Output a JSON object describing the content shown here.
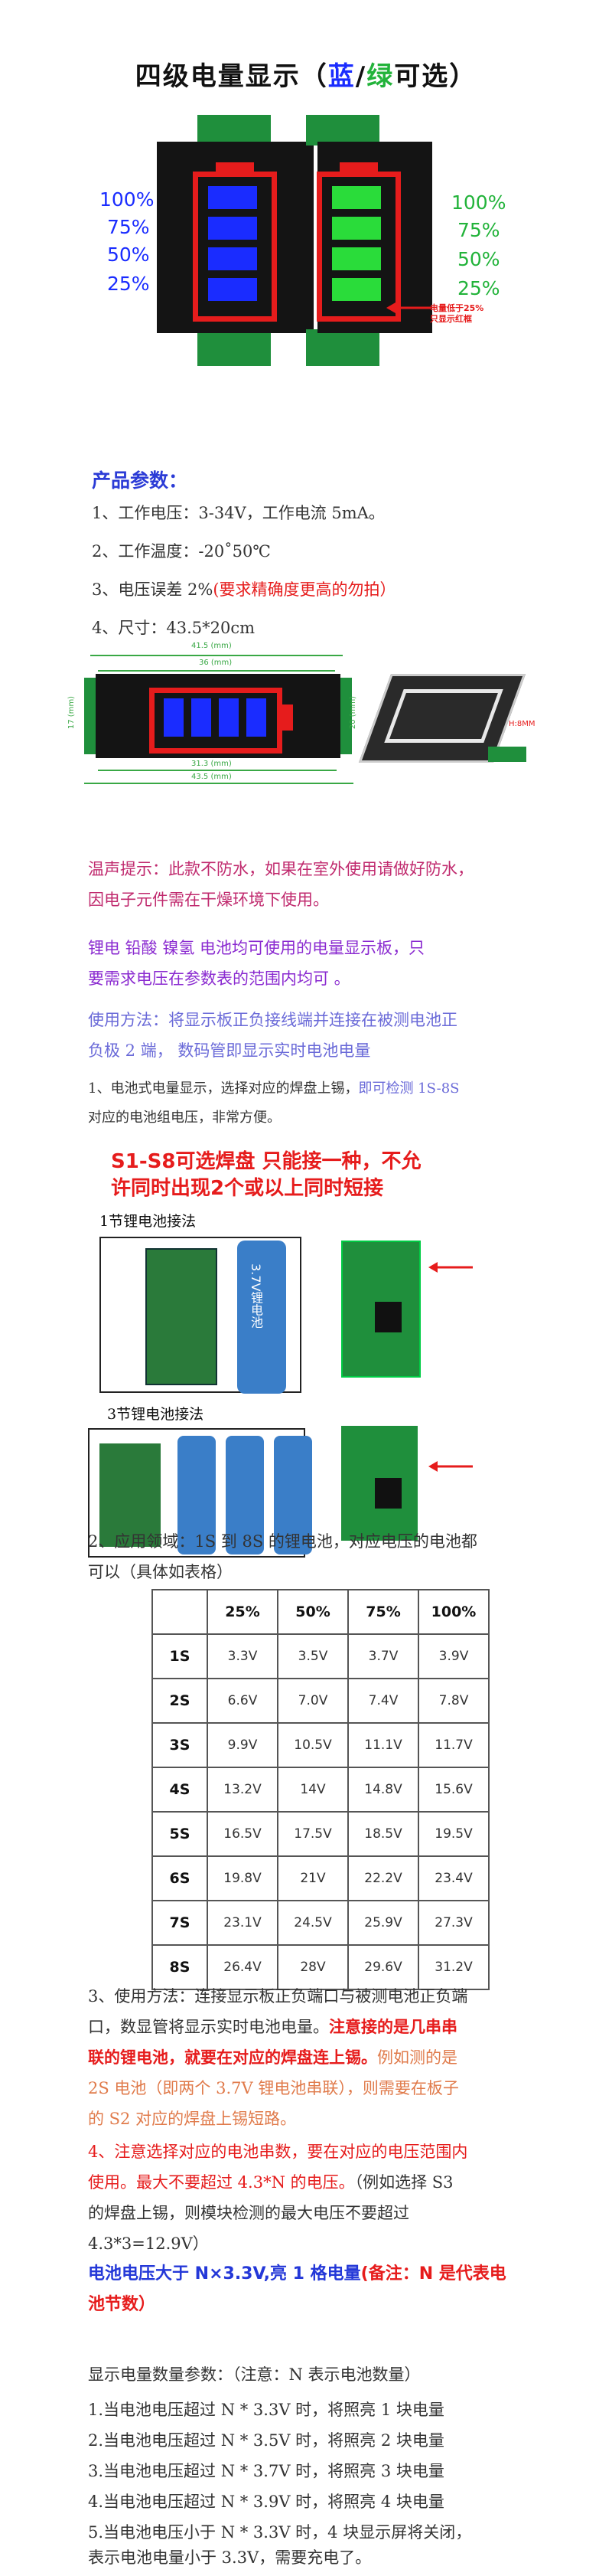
{
  "title_main": "四级电量显示（",
  "title_blue": "蓝",
  "title_slash": "/",
  "title_green": "绿",
  "title_tail": "可选）",
  "levels_blue": [
    "100%",
    "75%",
    "50%",
    "25%"
  ],
  "levels_green": [
    "100%",
    "75%",
    "50%",
    "25%"
  ],
  "low_note": [
    "电量低于25%",
    "只显示红框"
  ],
  "colors": {
    "blue": "#1a2cff",
    "green": "#2adc3a",
    "red": "#e61c1c",
    "pcb_green": "#1f8f3c"
  },
  "params": {
    "heading": "产品参数：",
    "items": [
      "1、工作电压：3-34V，工作电流 5mA。",
      "2、工作温度：-20˚50℃",
      "3、电压误差 2%",
      "4、尺寸：43.5*20cm"
    ],
    "item3_red": "(要求精确度更高的勿拍）"
  },
  "dims": {
    "w1": "41.5 (mm)",
    "w2": "36 (mm)",
    "w3": "31.3 (mm)",
    "w4": "43.5 (mm)",
    "h1": "17 (mm)",
    "h2": "20 (mm)",
    "thick": "H:8MM"
  },
  "warm_tip": [
    "温声提示：此款不防水，如果在室外使用请做好防水，",
    "因电子元件需在干燥环境下使用。"
  ],
  "battery_types": [
    "锂电  铅酸   镍氢   电池均可使用的电量显示板，只",
    "要需求电压在参数表的范围内均可 。"
  ],
  "usage": [
    "使用方法：将显示板正负接线端并连接在被测电池正",
    "负极 2 端，     数码管即显示实时电池电量"
  ],
  "note1_a": "1、电池式电量显示，选择对应的焊盘上锡，",
  "note1_b": "即可检测 1S-8S",
  "note1_c": "对应的电池组电压，非常方便。",
  "solder_warning": [
    "S1-S8可选焊盘 只能接一种，不允",
    "许同时出现2个或以上同时短接"
  ],
  "case1_label": "1节锂电池接法",
  "case3_label": "3节锂电池接法",
  "cell_label": "3.7V锂电池",
  "application": [
    "2、应用领域：1S 到 8S 的锂电池，对应电压的电池都",
    "可以（具体如表格）"
  ],
  "table": {
    "headers": [
      "",
      "25%",
      "50%",
      "75%",
      "100%"
    ],
    "rows": [
      [
        "1S",
        "3.3V",
        "3.5V",
        "3.7V",
        "3.9V"
      ],
      [
        "2S",
        "6.6V",
        "7.0V",
        "7.4V",
        "7.8V"
      ],
      [
        "3S",
        "9.9V",
        "10.5V",
        "11.1V",
        "11.7V"
      ],
      [
        "4S",
        "13.2V",
        "14V",
        "14.8V",
        "15.6V"
      ],
      [
        "5S",
        "16.5V",
        "17.5V",
        "18.5V",
        "19.5V"
      ],
      [
        "6S",
        "19.8V",
        "21V",
        "22.2V",
        "23.4V"
      ],
      [
        "7S",
        "23.1V",
        "24.5V",
        "25.9V",
        "27.3V"
      ],
      [
        "8S",
        "26.4V",
        "28V",
        "29.6V",
        "31.2V"
      ]
    ]
  },
  "usage3": {
    "l1": "3、使用方法：连接显示板正负端口与被测电池正负端",
    "l2a": "口，数显管将显示实时电池电量。",
    "l2b": "注意接的是几串串",
    "l3a": "联的锂电池，就要在对应的焊盘连上锡。",
    "l3b": "例如测的是",
    "l4": "2S 电池（即两个 3.7V 锂电池串联），则需要在板子",
    "l5": "的 S2 对应的焊盘上锡短路。"
  },
  "note4": {
    "l1": "4、注意选择对应的电池串数，要在对应的电压范围内",
    "l2a": "使用。最大不要超过 4.3*N 的电压。",
    "l2b": "（例如选择 S3",
    "l3": "的焊盘上锡，则模块检测的最大电压不要超过",
    "l4": "4.3*3=12.9V）"
  },
  "rule": {
    "blue": "电池电压大于 N×3.3V,亮 1 格电量",
    "red": "(备注：N 是代表电",
    "red2": "池节数）"
  },
  "display_params": {
    "heading": "显示电量数量参数：（注意：N 表示电池数量）",
    "items": [
      "1.当电池电压超过 N * 3.3V 时，将照亮 1 块电量",
      "2.当电池电压超过 N * 3.5V 时，将照亮 2 块电量",
      "3.当电池电压超过 N * 3.7V 时，将照亮 3 块电量",
      "4.当电池电压超过 N * 3.9V 时，将照亮 4 块电量",
      "5.当电池电压小于 N * 3.3V 时，4 块显示屏将关闭，",
      "表示电池电量小于 3.3V，需要充电了。"
    ]
  }
}
